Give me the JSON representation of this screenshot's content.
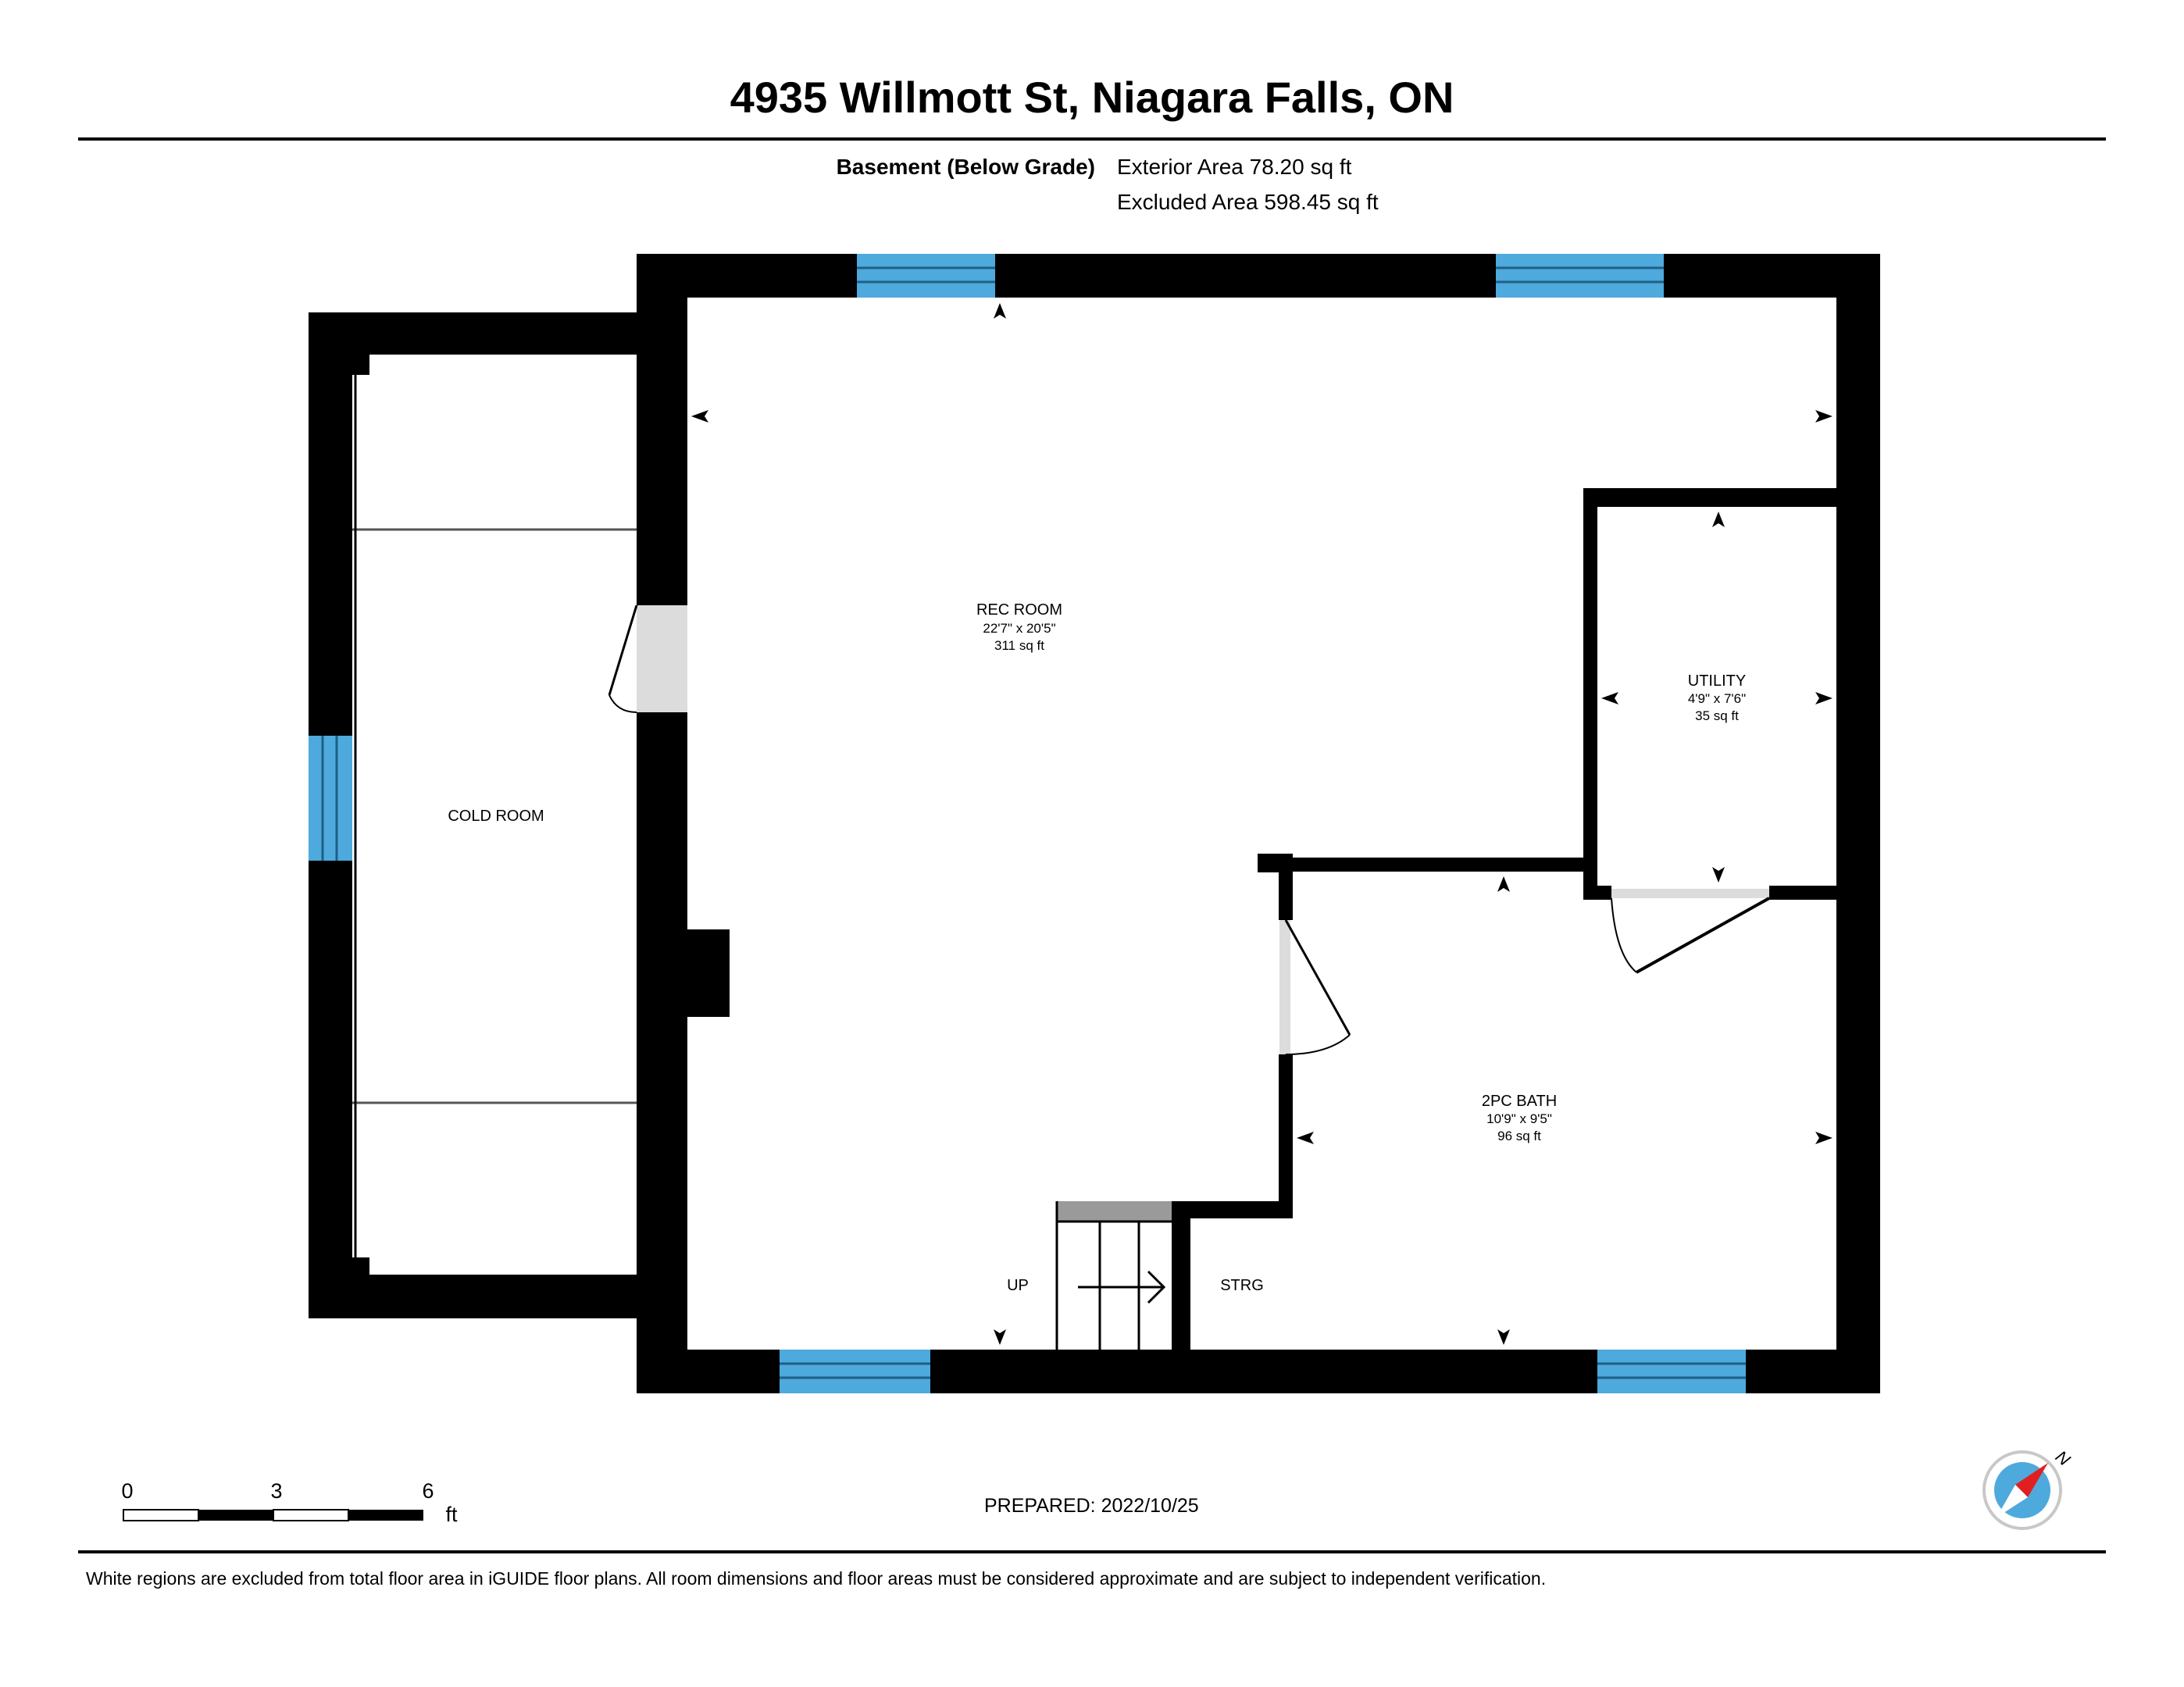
{
  "header": {
    "title": "4935 Willmott St, Niagara Falls, ON",
    "floor_label": "Basement (Below Grade)",
    "exterior_area": "Exterior Area 78.20 sq ft",
    "excluded_area": "Excluded Area 598.45 sq ft"
  },
  "rooms": {
    "rec_room": {
      "name": "REC ROOM",
      "dims": "22'7\" x 20'5\"",
      "area": "311 sq ft"
    },
    "utility": {
      "name": "UTILITY",
      "dims": "4'9\" x 7'6\"",
      "area": "35 sq ft"
    },
    "bath": {
      "name": "2PC BATH",
      "dims": "10'9\" x 9'5\"",
      "area": "96 sq ft"
    },
    "cold_room": {
      "name": "COLD ROOM"
    },
    "storage": {
      "name": "STRG"
    },
    "stairs": {
      "label": "UP"
    }
  },
  "scale_bar": {
    "tick_0": "0",
    "tick_3": "3",
    "tick_6": "6",
    "unit": "ft"
  },
  "compass": {
    "north_label": "N"
  },
  "footer": {
    "prepared": "PREPARED: 2022/10/25",
    "disclaimer": "White regions are excluded from total floor area in iGUIDE floor plans. All room dimensions and floor areas must be considered approximate and are subject to independent verification."
  },
  "colors": {
    "wall": "#000000",
    "window": "#4ea9dc",
    "door_fill": "#dcdcdc",
    "stair_top": "#9a9a9a"
  }
}
